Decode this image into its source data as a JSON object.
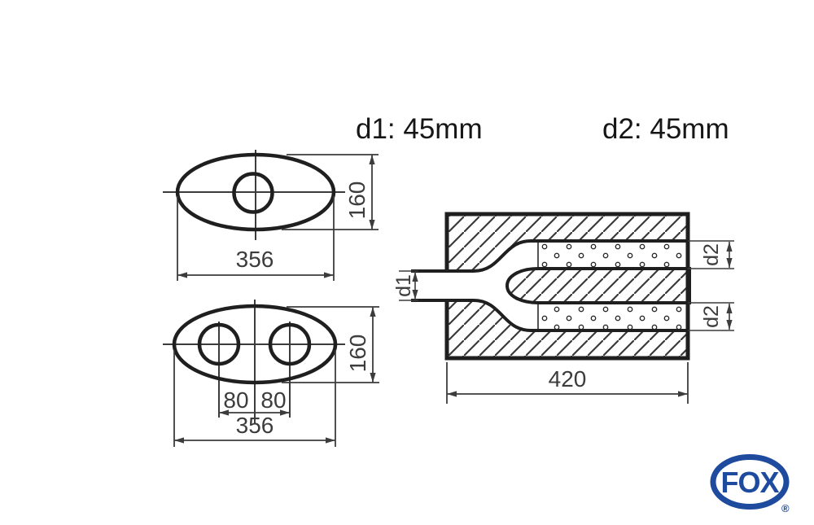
{
  "colors": {
    "background": "#ffffff",
    "outline": "#1f1f1f",
    "dimension": "#3c3c3c",
    "logo_blue": "#1e4b9e"
  },
  "annotations": {
    "d1": "d1: 45mm",
    "d2": "d2: 45mm"
  },
  "views": {
    "single_inlet": {
      "width": "356",
      "height": "160"
    },
    "dual_outlet": {
      "width": "356",
      "height": "160",
      "pitch_left": "80",
      "pitch_right": "80"
    },
    "section": {
      "length": "420",
      "inlet": "d1",
      "outlet_top": "d2",
      "outlet_bottom": "d2"
    }
  },
  "logo": {
    "brand": "FOX",
    "registered": "®"
  }
}
